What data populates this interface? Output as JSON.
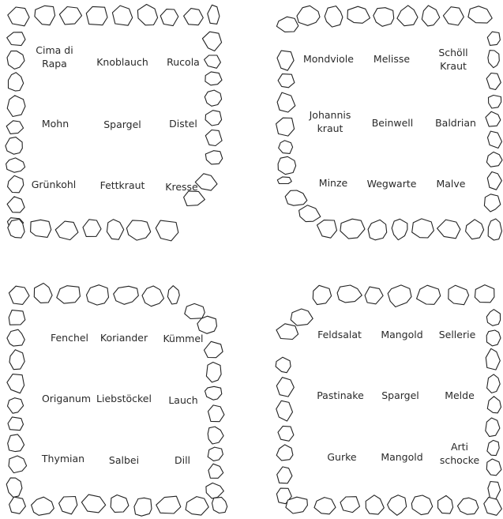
{
  "colors": {
    "line": "#222222",
    "text": "#2a2a2a",
    "background": "#ffffff"
  },
  "beds": [
    {
      "plants": [
        [
          "Cima di\nRapa",
          "Knoblauch",
          "Rucola"
        ],
        [
          "Mohn",
          "Spargel",
          "Distel"
        ],
        [
          "Grünkohl",
          "Fettkraut",
          "Kresse"
        ]
      ]
    },
    {
      "plants": [
        [
          "Mondviole",
          "Melisse",
          "Schöll\nKraut"
        ],
        [
          "Johannis\nkraut",
          "Beinwell",
          "Baldrian"
        ],
        [
          "Minze",
          "Wegwarte",
          "Malve"
        ]
      ]
    },
    {
      "plants": [
        [
          "Fenchel",
          "Koriander",
          "Kümmel"
        ],
        [
          "Origanum",
          "Liebstöckel",
          "Lauch"
        ],
        [
          "Thymian",
          "Salbei",
          "Dill"
        ]
      ]
    },
    {
      "plants": [
        [
          "Feldsalat",
          "Mangold",
          "Sellerie"
        ],
        [
          "Pastinake",
          "Spargel",
          "Melde"
        ],
        [
          "Gurke",
          "Mangold",
          "Arti\nschocke"
        ]
      ]
    }
  ]
}
